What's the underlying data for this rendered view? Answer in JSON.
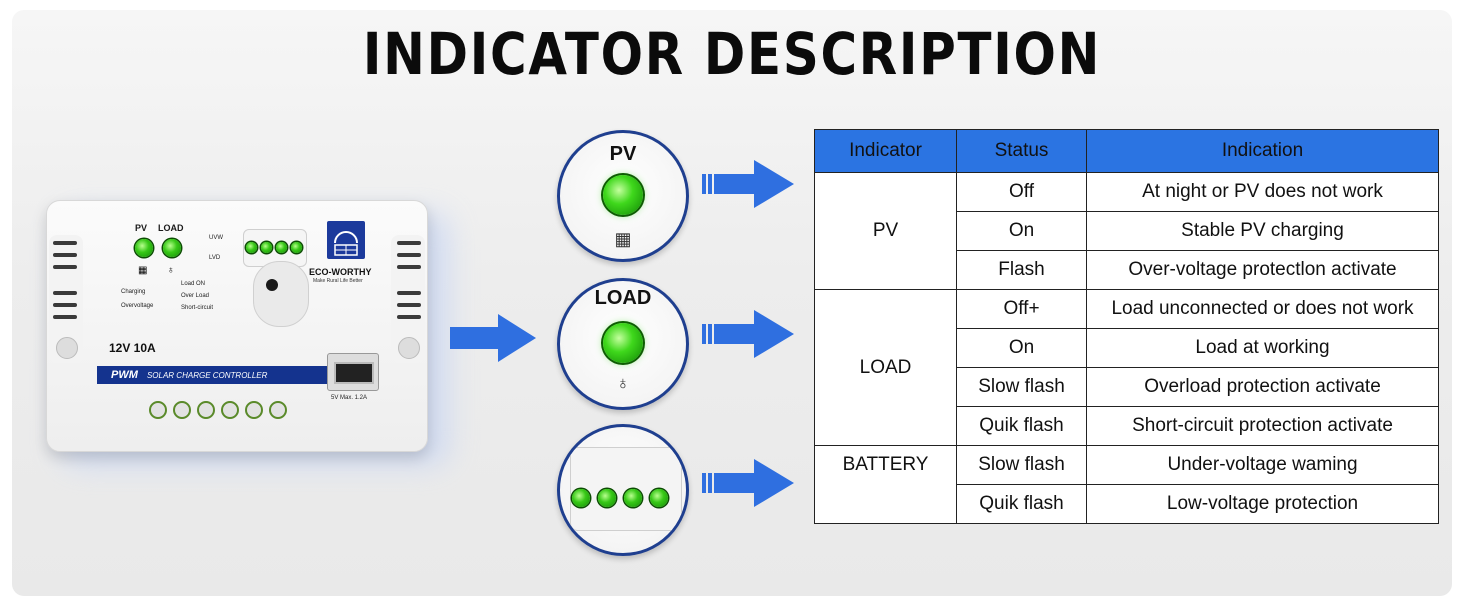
{
  "title": "INDICATOR DESCRIPTION",
  "controller": {
    "pv_label": "PV",
    "load_label": "LOAD",
    "uvw_label": "UVW",
    "lvd_label": "LVD",
    "charging_label": "Charging",
    "overvoltage_label": "Overvoltage",
    "load_on_label": "Load ON",
    "over_load_label": "Over Load",
    "short_circuit_label": "Short-circuit",
    "brand": "ECO-WORTHY",
    "slogan": "Make Rural Life Better",
    "rating": "12V 10A",
    "pwm": "PWM",
    "strip_text": "SOLAR CHARGE CONTROLLER",
    "usb_spec": "5V  Max. 1.2A"
  },
  "zoom": {
    "pv_label": "PV",
    "load_label": "LOAD"
  },
  "table": {
    "headers": [
      "Indicator",
      "Status",
      "Indication"
    ],
    "groups": [
      {
        "indicator": "PV",
        "rows": [
          {
            "status": "Off",
            "indication": "At night or PV does not work"
          },
          {
            "status": "On",
            "indication": "Stable PV charging"
          },
          {
            "status": "Flash",
            "indication": "Over-voltage protectlon activate"
          }
        ]
      },
      {
        "indicator": "LOAD",
        "rows": [
          {
            "status": "Off+",
            "indication": "Load unconnected or does not work"
          },
          {
            "status": "On",
            "indication": "Load at working"
          },
          {
            "status": "Slow flash",
            "indication": "Overload protection activate"
          },
          {
            "status": "Quik flash",
            "indication": "Short-circuit protection activate"
          }
        ]
      },
      {
        "indicator": "BATTERY",
        "rows": [
          {
            "status": "Slow flash",
            "indication": "Under-voltage waming"
          },
          {
            "status": "Quik flash",
            "indication": "Low-voltage protection"
          }
        ]
      }
    ]
  },
  "colors": {
    "header_blue": "#2b74e2",
    "arrow_blue": "#2f6fe0",
    "led_green": "#37c817",
    "strip_navy": "#14338e"
  }
}
